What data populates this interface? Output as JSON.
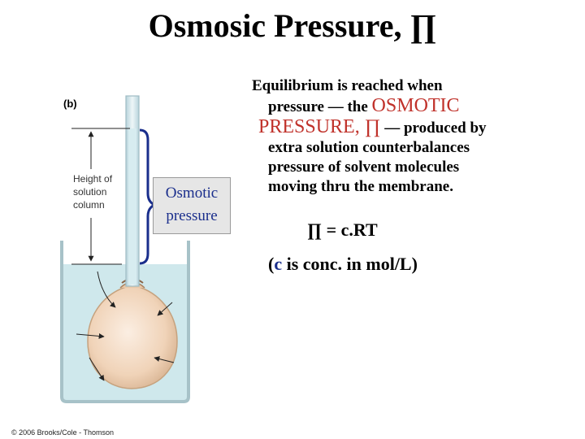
{
  "title": "Osmosic Pressure, ∏",
  "figure": {
    "panel_label": "(b)",
    "height_label_lines": [
      "Height of",
      "solution",
      "column"
    ],
    "osmotic_label_lines": [
      "Osmotic",
      "pressure"
    ],
    "copyright": "© 2006 Brooks/Cole - Thomson"
  },
  "text": {
    "line1": "Equilibrium is reached when",
    "line2_pre": "pressure — the ",
    "line2_accent": "OSMOTIC",
    "line3_accent": "PRESSURE, ∏",
    "line3_post": " — produced by",
    "line4": "extra solution counterbalances",
    "line5": "pressure of solvent molecules",
    "line6": "moving thru the membrane."
  },
  "equation": "∏  =  c.RT",
  "note": {
    "open": "(",
    "var": "c",
    "rest": " is conc. in mol/L)"
  },
  "colors": {
    "accent_red": "#c0322b",
    "accent_blue": "#1a2e8c",
    "water": "#cfe8ec",
    "bulb": "#f2d9c2"
  }
}
